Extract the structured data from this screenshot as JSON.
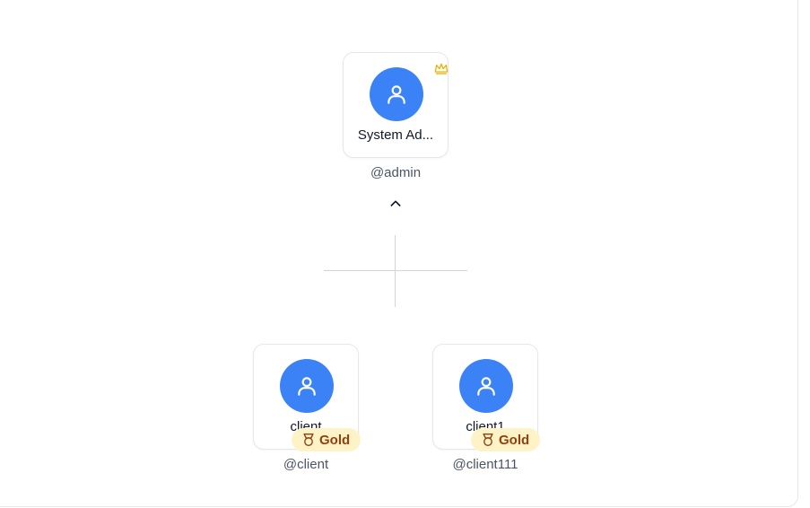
{
  "tree": {
    "root": {
      "name": "System Ad...",
      "handle": "@admin",
      "is_owner": true
    },
    "children": [
      {
        "name": "client",
        "handle": "@client",
        "tier": "Gold"
      },
      {
        "name": "client1",
        "handle": "@client111",
        "tier": "Gold"
      }
    ]
  },
  "icons": {
    "avatar": "user-icon",
    "owner": "crown-icon",
    "collapse": "chevron-up-icon",
    "tier": "medal-icon"
  },
  "colors": {
    "avatar_bg": "#3b82f6",
    "badge_bg": "#fef3c7",
    "badge_text": "#92400e",
    "crown": "#eab308"
  }
}
